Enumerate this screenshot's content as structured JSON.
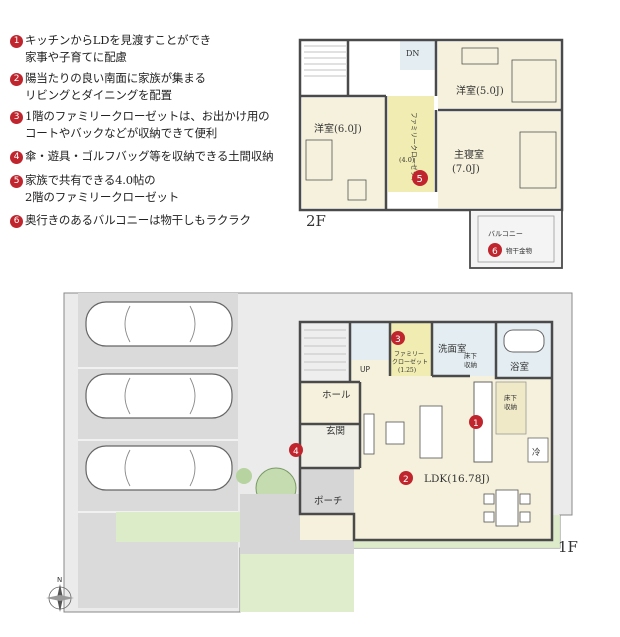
{
  "features": [
    {
      "num": "1",
      "lines": [
        "キッチンからLDを見渡すことができ",
        "家事や子育てに配慮"
      ]
    },
    {
      "num": "2",
      "lines": [
        "陽当たりの良い南面に家族が集まる",
        "リビングとダイニングを配置"
      ]
    },
    {
      "num": "3",
      "lines": [
        "1階のファミリークローゼットは、お出かけ用の",
        "コートやバックなどが収納できて便利"
      ]
    },
    {
      "num": "4",
      "lines": [
        "傘・遊具・ゴルフバッグ等を収納できる土間収納"
      ]
    },
    {
      "num": "5",
      "lines": [
        "家族で共有できる4.0帖の",
        "2階のファミリークローゼット"
      ]
    },
    {
      "num": "6",
      "lines": [
        "奥行きのあるバルコニーは物干しもラクラク"
      ]
    }
  ],
  "floor2": {
    "label": "2F",
    "rooms": {
      "western_a": "洋室(5.0J)",
      "western_b": "洋室(6.0J)",
      "master_1": "主寝室",
      "master_2": "(7.0J)",
      "closet": "ファミリークローゼット",
      "closet_size": "(4.0)",
      "dn": "DN",
      "balcony": "バルコニー",
      "hanger": "物干金物"
    }
  },
  "floor1": {
    "label": "1F",
    "rooms": {
      "closet_1": "ファミリー",
      "closet_2": "クローゼット",
      "closet_size": "(1.25)",
      "washroom": "洗面室",
      "bathroom": "浴室",
      "floor_storage_a1": "床下",
      "floor_storage_a2": "収納",
      "floor_storage_b1": "床下",
      "floor_storage_b2": "収納",
      "hall": "ホール",
      "entrance": "玄関",
      "ldk": "LDK(16.78J)",
      "porch": "ポーチ",
      "up": "UP",
      "fridge": "冷"
    }
  },
  "compass": "N",
  "colors": {
    "room": "#f5f1dc",
    "closet": "#f1ecb1",
    "wall": "#4a4a4a",
    "lot": "#ebebeb",
    "grass": "#dcebc8",
    "pave": "#d6d6d6",
    "marker": "#c0252e"
  }
}
